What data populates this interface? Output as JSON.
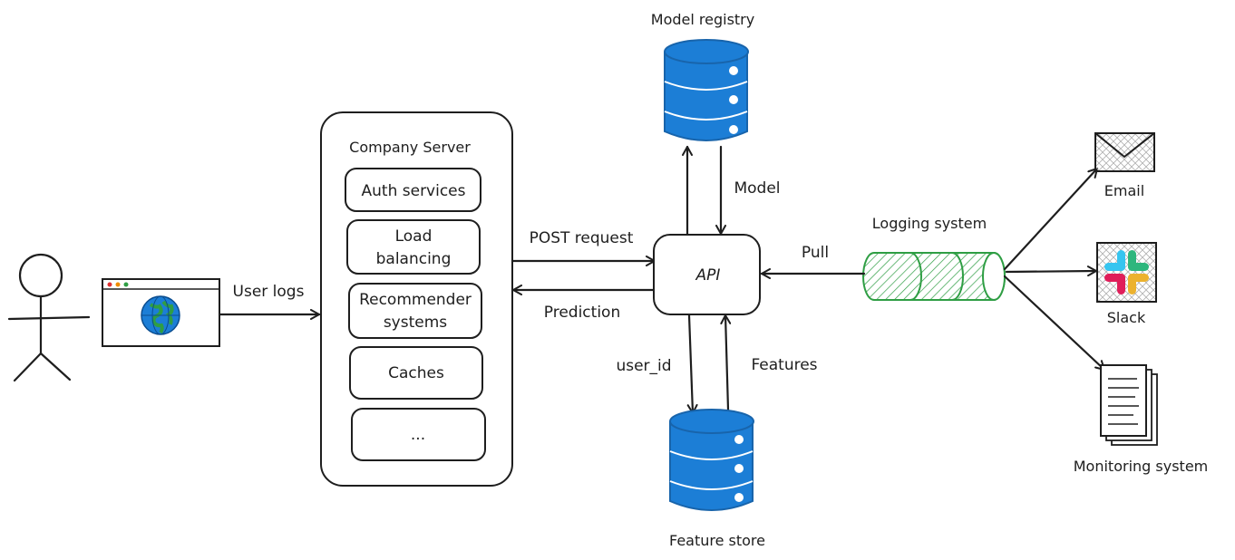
{
  "nodes": {
    "user_logs": "User logs",
    "company_server": "Company Server",
    "services": [
      "Auth services",
      [
        "Load",
        "balancing"
      ],
      [
        "Recommender",
        "systems"
      ],
      "Caches",
      "..."
    ],
    "post_request": "POST request",
    "prediction": "Prediction",
    "api": "API",
    "model_registry": "Model registry",
    "model": "Model",
    "feature_store": "Feature store",
    "user_id": "user_id",
    "features": "Features",
    "pull": "Pull",
    "logging_system": "Logging system",
    "email": "Email",
    "slack": "Slack",
    "monitoring_system": "Monitoring system"
  },
  "colors": {
    "ink": "#1e1e1e",
    "database_blue": "#1971c2",
    "database_fill": "#1c7ed6",
    "queue_green": "#2f9e44",
    "globe_blue": "#1c7ed6",
    "globe_green": "#2f9e44",
    "slack_purple": "#4a154b",
    "slack_blue": "#36c5f0",
    "slack_green": "#2eb67d",
    "slack_yellow": "#ecb22e",
    "slack_red": "#e01e5a"
  },
  "icons": [
    "stick-figure-icon",
    "browser-window-icon",
    "globe-icon",
    "database-icon",
    "queue-cylinder-icon",
    "envelope-icon",
    "slack-logo-icon",
    "documents-icon"
  ]
}
